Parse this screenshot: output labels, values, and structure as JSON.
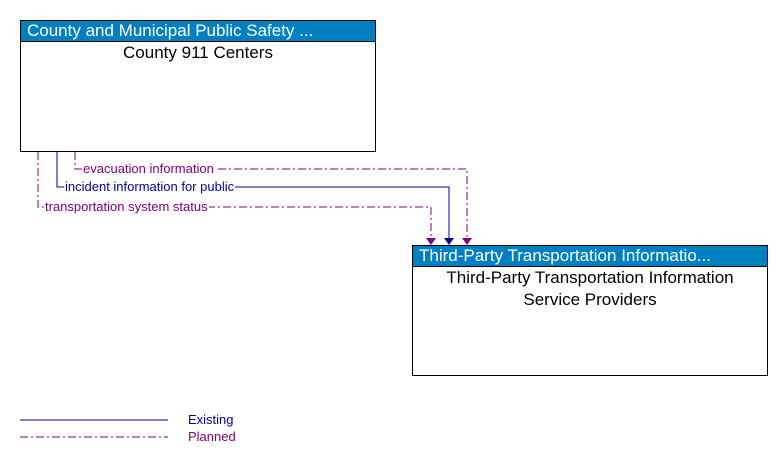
{
  "source_box": {
    "header": "County and Municipal Public Safety ...",
    "name": "County 911 Centers"
  },
  "target_box": {
    "header": "Third-Party Transportation Informatio...",
    "name": "Third-Party Transportation Information Service Providers"
  },
  "flows": [
    {
      "label": "evacuation information",
      "status": "Planned",
      "color": "#800080"
    },
    {
      "label": "incident information for public",
      "status": "Existing",
      "color": "#0000a0"
    },
    {
      "label": "transportation system status",
      "status": "Planned",
      "color": "#800080"
    }
  ],
  "legend": {
    "existing_label": "Existing",
    "planned_label": "Planned",
    "existing_color": "#0000a0",
    "planned_color": "#800080"
  },
  "colors": {
    "header_bg": "#0080c0"
  }
}
